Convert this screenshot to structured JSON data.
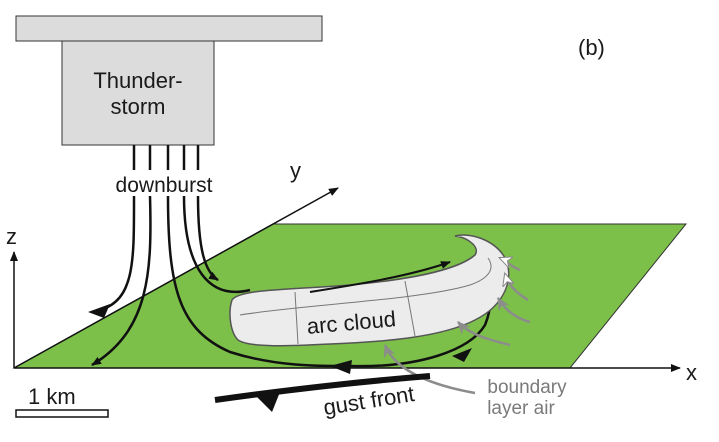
{
  "panel_label": "(b)",
  "thunderstorm": {
    "line1": "Thunder-",
    "line2": "storm"
  },
  "downburst": "downburst",
  "arc_cloud": "arc cloud",
  "gust_front": "gust front",
  "boundary_layer": {
    "line1": "boundary",
    "line2": "layer air"
  },
  "axes": {
    "x": "x",
    "y": "y",
    "z": "z"
  },
  "scale": "1 km",
  "colors": {
    "ground": "#7cc04a",
    "storm_box": "#dcdcdc",
    "cloud": "#ececec",
    "gray_arrow": "#8c8c8c"
  }
}
